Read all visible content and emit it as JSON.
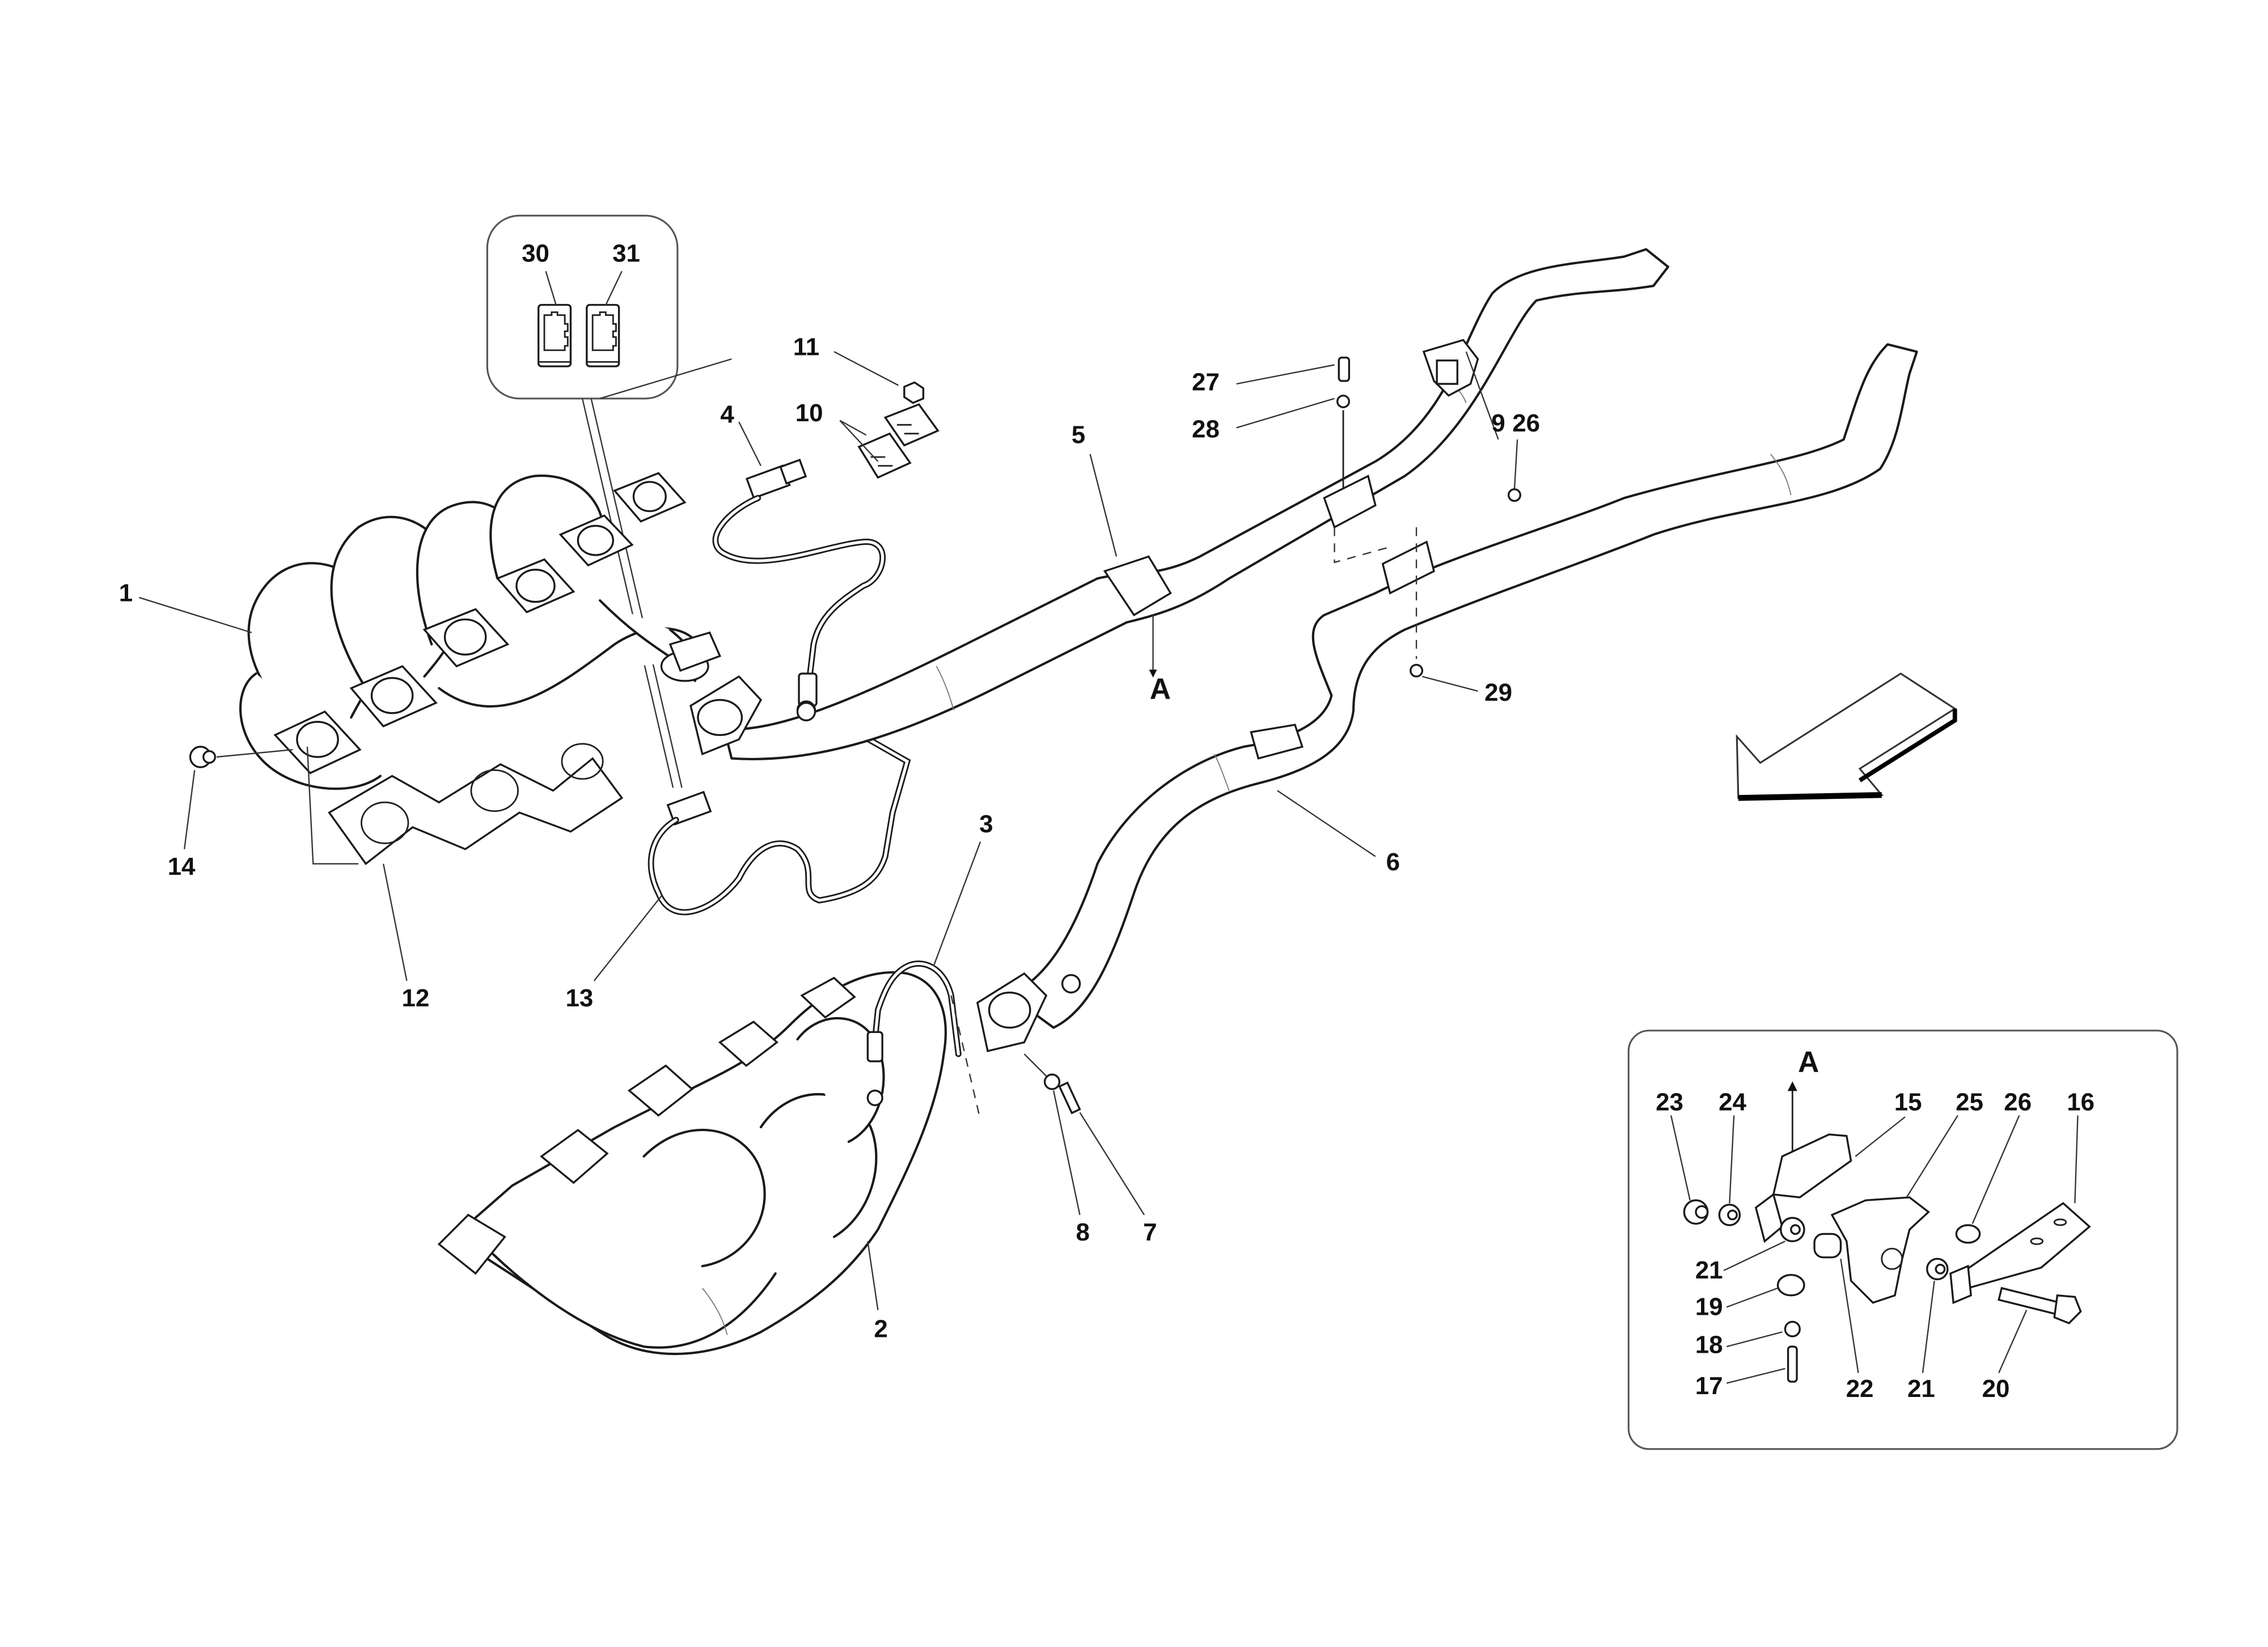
{
  "diagram": {
    "title": "Exhaust system exploded parts diagram",
    "view_marker": "A",
    "direction_arrow": "front-direction-arrow",
    "callouts": [
      {
        "id": "1",
        "part": "left exhaust manifold"
      },
      {
        "id": "2",
        "part": "right exhaust manifold"
      },
      {
        "id": "3",
        "part": "oxygen sensor (right)"
      },
      {
        "id": "4",
        "part": "oxygen sensor connector"
      },
      {
        "id": "5",
        "part": "left intermediate pipe"
      },
      {
        "id": "6",
        "part": "right intermediate pipe"
      },
      {
        "id": "7",
        "part": "screw"
      },
      {
        "id": "8",
        "part": "washer"
      },
      {
        "id": "9",
        "part": "support bracket"
      },
      {
        "id": "10",
        "part": "clips"
      },
      {
        "id": "11",
        "part": "nut"
      },
      {
        "id": "12",
        "part": "manifold gasket"
      },
      {
        "id": "13",
        "part": "oxygen sensor (left)"
      },
      {
        "id": "14",
        "part": "nut"
      },
      {
        "id": "15",
        "part": "bracket"
      },
      {
        "id": "16",
        "part": "bracket"
      },
      {
        "id": "17",
        "part": "screw"
      },
      {
        "id": "18",
        "part": "spacer"
      },
      {
        "id": "19",
        "part": "bush"
      },
      {
        "id": "20",
        "part": "screw"
      },
      {
        "id": "21",
        "part": "washer"
      },
      {
        "id": "22",
        "part": "spacer"
      },
      {
        "id": "23",
        "part": "nut"
      },
      {
        "id": "24",
        "part": "washer"
      },
      {
        "id": "25",
        "part": "flexible mount"
      },
      {
        "id": "26",
        "part": "nut"
      },
      {
        "id": "27",
        "part": "screw"
      },
      {
        "id": "28",
        "part": "washer"
      },
      {
        "id": "29",
        "part": "nut"
      },
      {
        "id": "30",
        "part": "connector"
      },
      {
        "id": "31",
        "part": "connector"
      }
    ],
    "labels": {
      "c1": "1",
      "c2": "2",
      "c3": "3",
      "c4": "4",
      "c5": "5",
      "c6": "6",
      "c7": "7",
      "c8": "8",
      "c9": "9",
      "c10": "10",
      "c11": "11",
      "c12": "12",
      "c13": "13",
      "c14": "14",
      "c26a": "26",
      "c27": "27",
      "c28": "28",
      "c29": "29",
      "c30": "30",
      "c31": "31",
      "viewA": "A"
    },
    "inset": {
      "title_marker": "A",
      "labels": {
        "c15": "15",
        "c16": "16",
        "c17": "17",
        "c18": "18",
        "c19": "19",
        "c20": "20",
        "c21a": "21",
        "c21b": "21",
        "c22": "22",
        "c23": "23",
        "c24": "24",
        "c25": "25",
        "c26": "26"
      }
    }
  }
}
